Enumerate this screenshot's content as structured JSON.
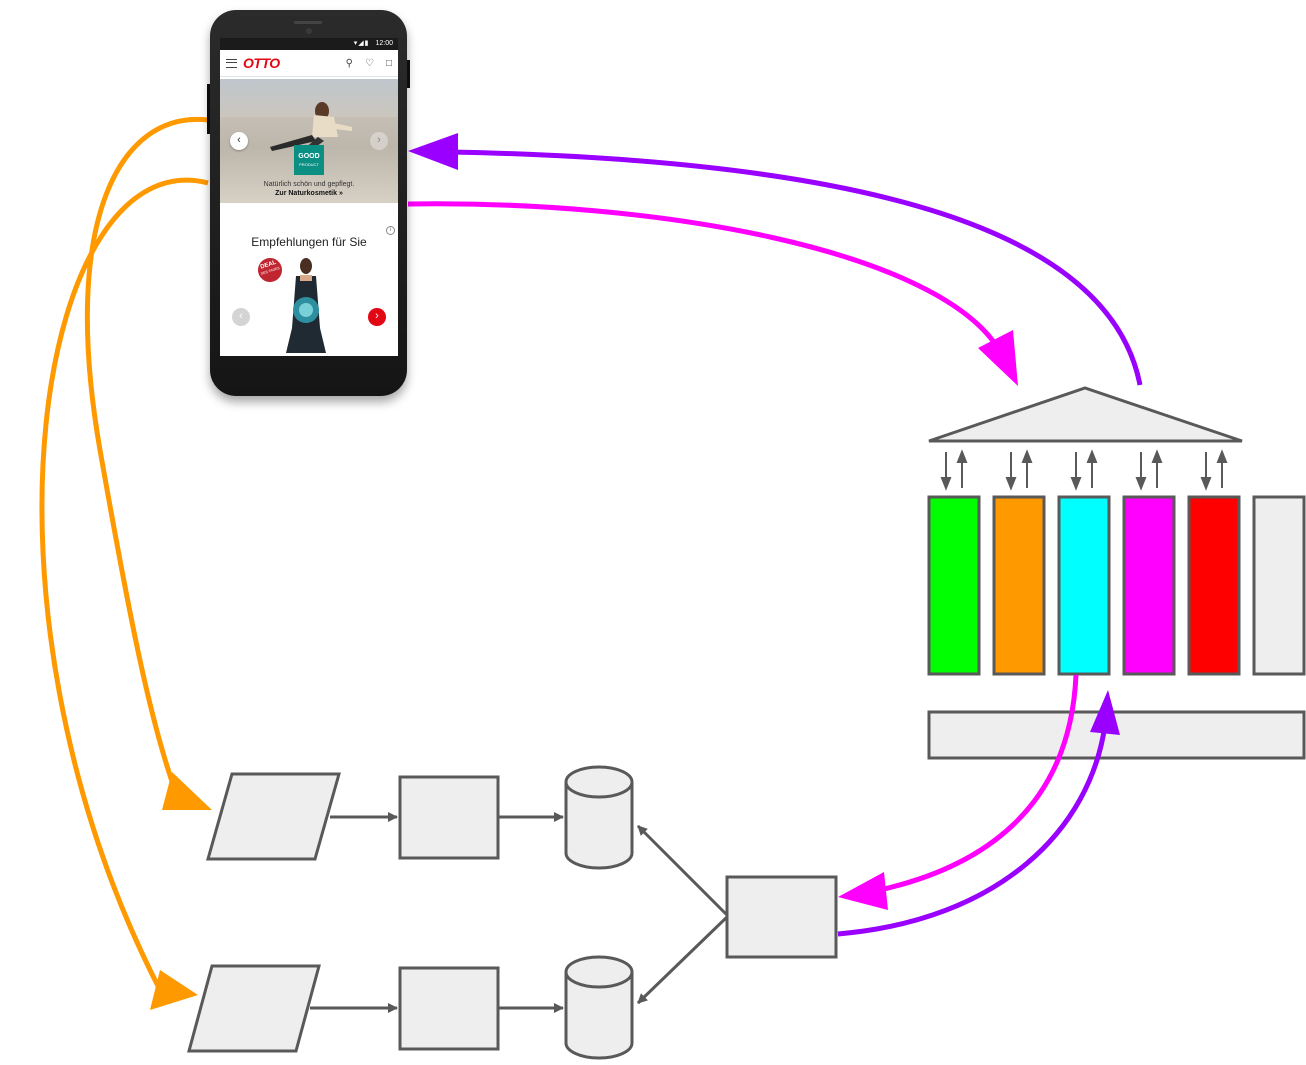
{
  "phone": {
    "status_time": "12:00",
    "brand": "OTTO",
    "icons": [
      "menu-icon",
      "search-icon",
      "heart-icon",
      "cart-icon"
    ],
    "hero": {
      "badge_title": "GOOD",
      "badge_sub": "PRODUCT",
      "caption_line1": "Natürlich schön und gepflegt.",
      "caption_line2": "Zur Naturkosmetik »"
    },
    "recommendations_title": "Empfehlungen für Sie",
    "deal_badge": {
      "title": "DEAL",
      "sub": "DES TAGES"
    }
  },
  "colors": {
    "orange": "#ff9900",
    "magenta": "#ff00ff",
    "purple": "#9900ff",
    "box_fill": "#eeeeee",
    "box_stroke": "#595959",
    "green": "#00ff00",
    "cyan": "#00ffff",
    "red": "#ff0000",
    "brand_red": "#e30613"
  },
  "shard_colors": [
    "#00ff00",
    "#ff9900",
    "#00ffff",
    "#ff00ff",
    "#ff0000",
    "#eeeeee"
  ]
}
